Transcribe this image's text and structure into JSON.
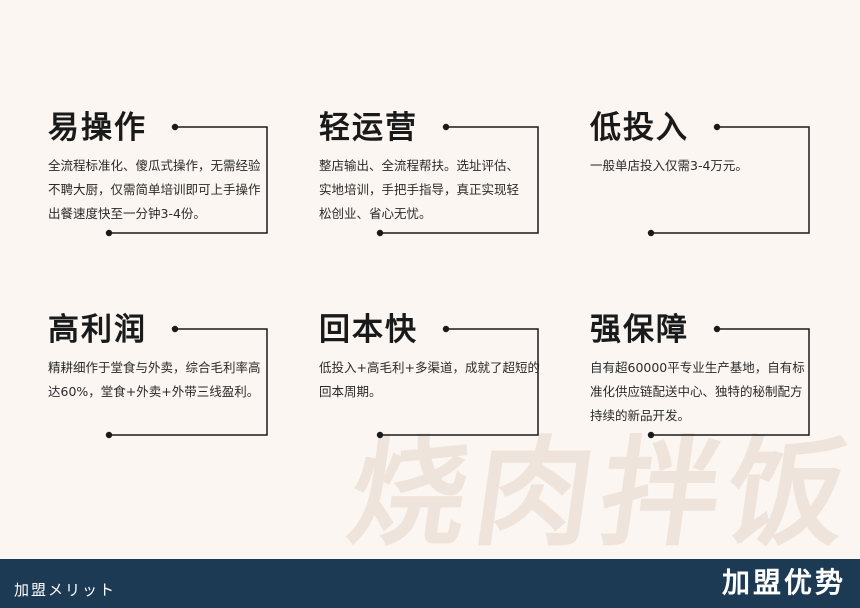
{
  "cards": [
    {
      "title": "易操作",
      "lines": [
        "全流程标准化、傻瓜式操作，无需经验",
        "不聘大厨，仅需简单培训即可上手操作",
        "出餐速度快至一分钟3-4份。"
      ]
    },
    {
      "title": "轻运营",
      "lines": [
        "整店输出、全流程帮扶。选址评估、",
        "实地培训，手把手指导，真正实现轻",
        "松创业、省心无忧。"
      ]
    },
    {
      "title": "低投入",
      "lines": [
        "一般单店投入仅需3-4万元。"
      ]
    },
    {
      "title": "高利润",
      "lines": [
        "精耕细作于堂食与外卖，综合毛利率高",
        "达60%，堂食+外卖+外带三线盈利。"
      ]
    },
    {
      "title": "回本快",
      "lines": [
        "低投入+高毛利+多渠道，成就了超短的",
        "回本周期。"
      ]
    },
    {
      "title": "强保障",
      "lines": [
        "自有超60000平专业生产基地，自有标",
        "准化供应链配送中心、独特的秘制配方",
        "持续的新品开发。"
      ]
    }
  ],
  "watermark": "烧肉拌饭",
  "footer": {
    "left": "加盟メリット",
    "right": "加盟优势"
  },
  "colors": {
    "background": "#fbf6f1",
    "footer": "#1d3a55",
    "watermark": "#efe4dc",
    "line": "#1a1a1a"
  }
}
